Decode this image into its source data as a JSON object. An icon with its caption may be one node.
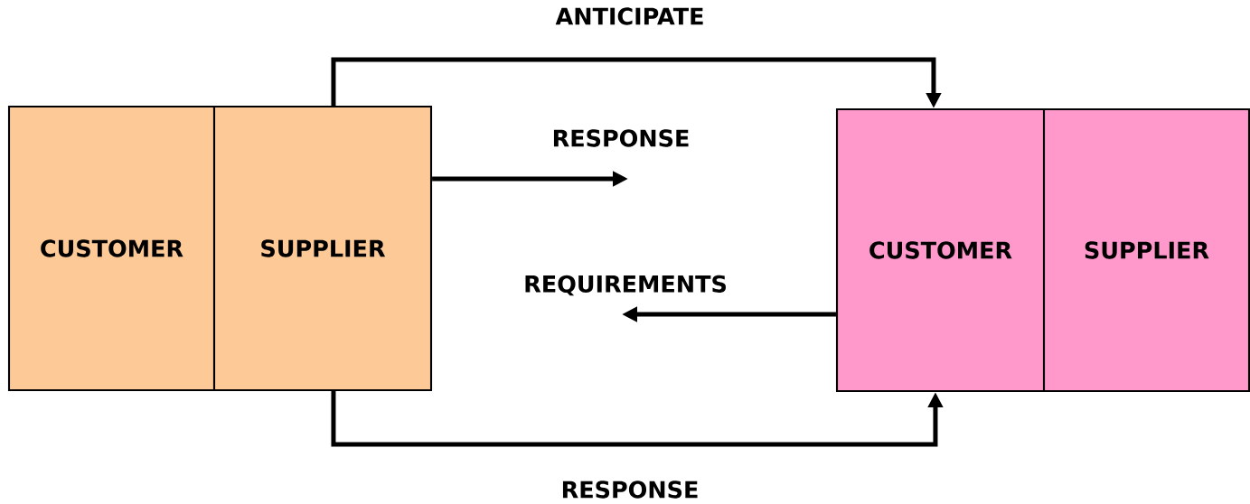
{
  "diagram": {
    "nodes": [
      {
        "text": [
          "CUSTOMER"
        ]
      },
      {
        "text": [
          "SUPPLIER"
        ]
      },
      {
        "text": [
          "CUSTOMER"
        ]
      },
      {
        "text": [
          "SUPPLIER"
        ]
      }
    ],
    "edges": [
      {
        "from": 1,
        "to": 2,
        "arrow": "to",
        "label": "ANTICIPATE"
      },
      {
        "from": 1,
        "to": null,
        "arrow": "to",
        "label": "RESPONSE"
      },
      {
        "from": 2,
        "to": null,
        "arrow": "to",
        "label": "REQUIREMENTS"
      },
      {
        "from": 1,
        "to": 2,
        "arrow": "to",
        "label": "RESPONSE"
      }
    ]
  }
}
